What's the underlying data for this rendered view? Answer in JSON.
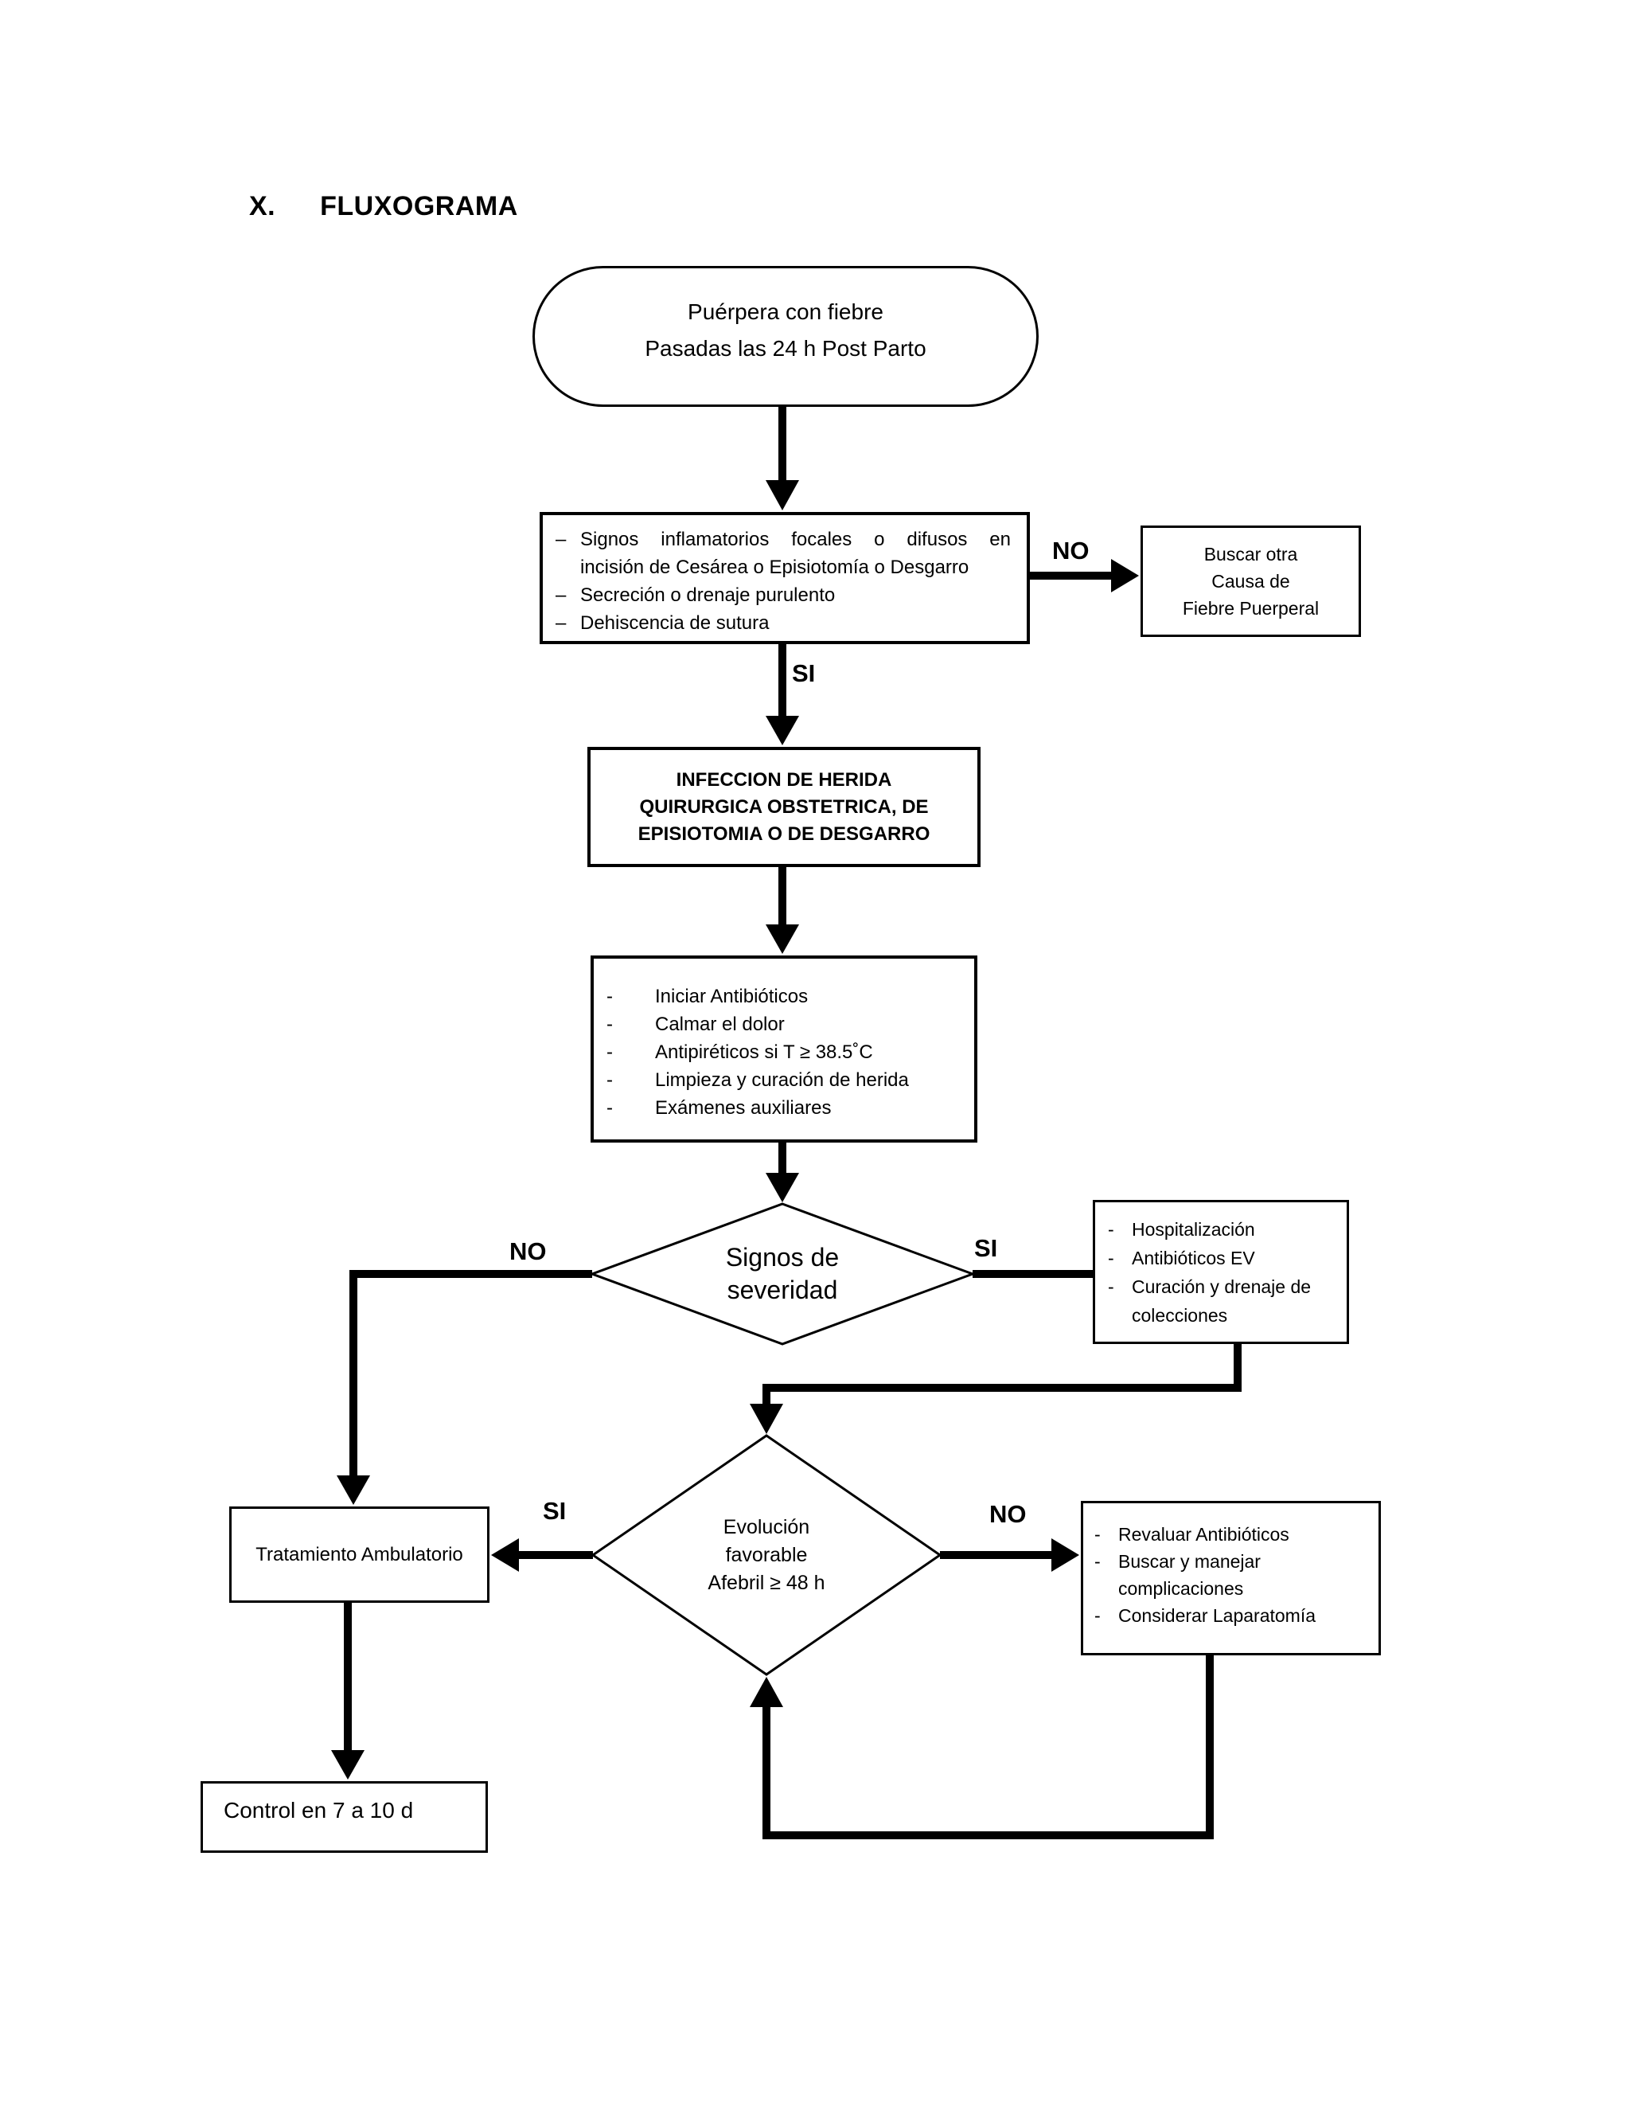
{
  "title": {
    "number": "X.",
    "text": "FLUXOGRAMA"
  },
  "start_oval": {
    "line1": "Puérpera con fiebre",
    "line2": "Pasadas las 24 h Post Parto"
  },
  "criteria_box": {
    "dash": "–",
    "item1_line1": "Signos inflamatorios focales o difusos en",
    "item1_line2": "incisión de Cesárea o Episiotomía o Desgarro",
    "item2": "Secreción o drenaje purulento",
    "item3": "Dehiscencia de sutura"
  },
  "other_cause_box": {
    "line1": "Buscar otra",
    "line2": "Causa de",
    "line3": "Fiebre Puerperal"
  },
  "diagnosis_box": {
    "line1": "INFECCION DE HERIDA",
    "line2": "QUIRURGICA OBSTETRICA, DE",
    "line3": "EPISIOTOMIA O DE DESGARRO"
  },
  "treatment_box": {
    "dash": "-",
    "items": [
      "Iniciar Antibióticos",
      "Calmar el dolor",
      "Antipiréticos si T ≥ 38.5˚C",
      "Limpieza y curación de herida",
      "Exámenes auxiliares"
    ]
  },
  "severity_diamond": {
    "line1": "Signos de",
    "line2": "severidad"
  },
  "hospital_box": {
    "dash": "-",
    "item1": "Hospitalización",
    "item2": "Antibióticos EV",
    "item3_line1": "Curación y drenaje de",
    "item3_line2": "colecciones"
  },
  "evolution_diamond": {
    "line1": "Evolución",
    "line2": "favorable",
    "line3": "Afebril ≥ 48 h"
  },
  "ambulatory_box": {
    "text": "Tratamiento Ambulatorio"
  },
  "reevaluate_box": {
    "dash": "-",
    "item1": "Revaluar Antibióticos",
    "item2_line1": "Buscar y manejar",
    "item2_line2": "complicaciones",
    "item3": "Considerar Laparatomía"
  },
  "control_box": {
    "text": "Control en 7 a 10 d"
  },
  "branch_labels": {
    "criteria_no": "NO",
    "criteria_si": "SI",
    "severity_no": "NO",
    "severity_si": "SI",
    "evolution_si": "SI",
    "evolution_no": "NO"
  },
  "colors": {
    "line": "#000000",
    "background": "#ffffff"
  }
}
